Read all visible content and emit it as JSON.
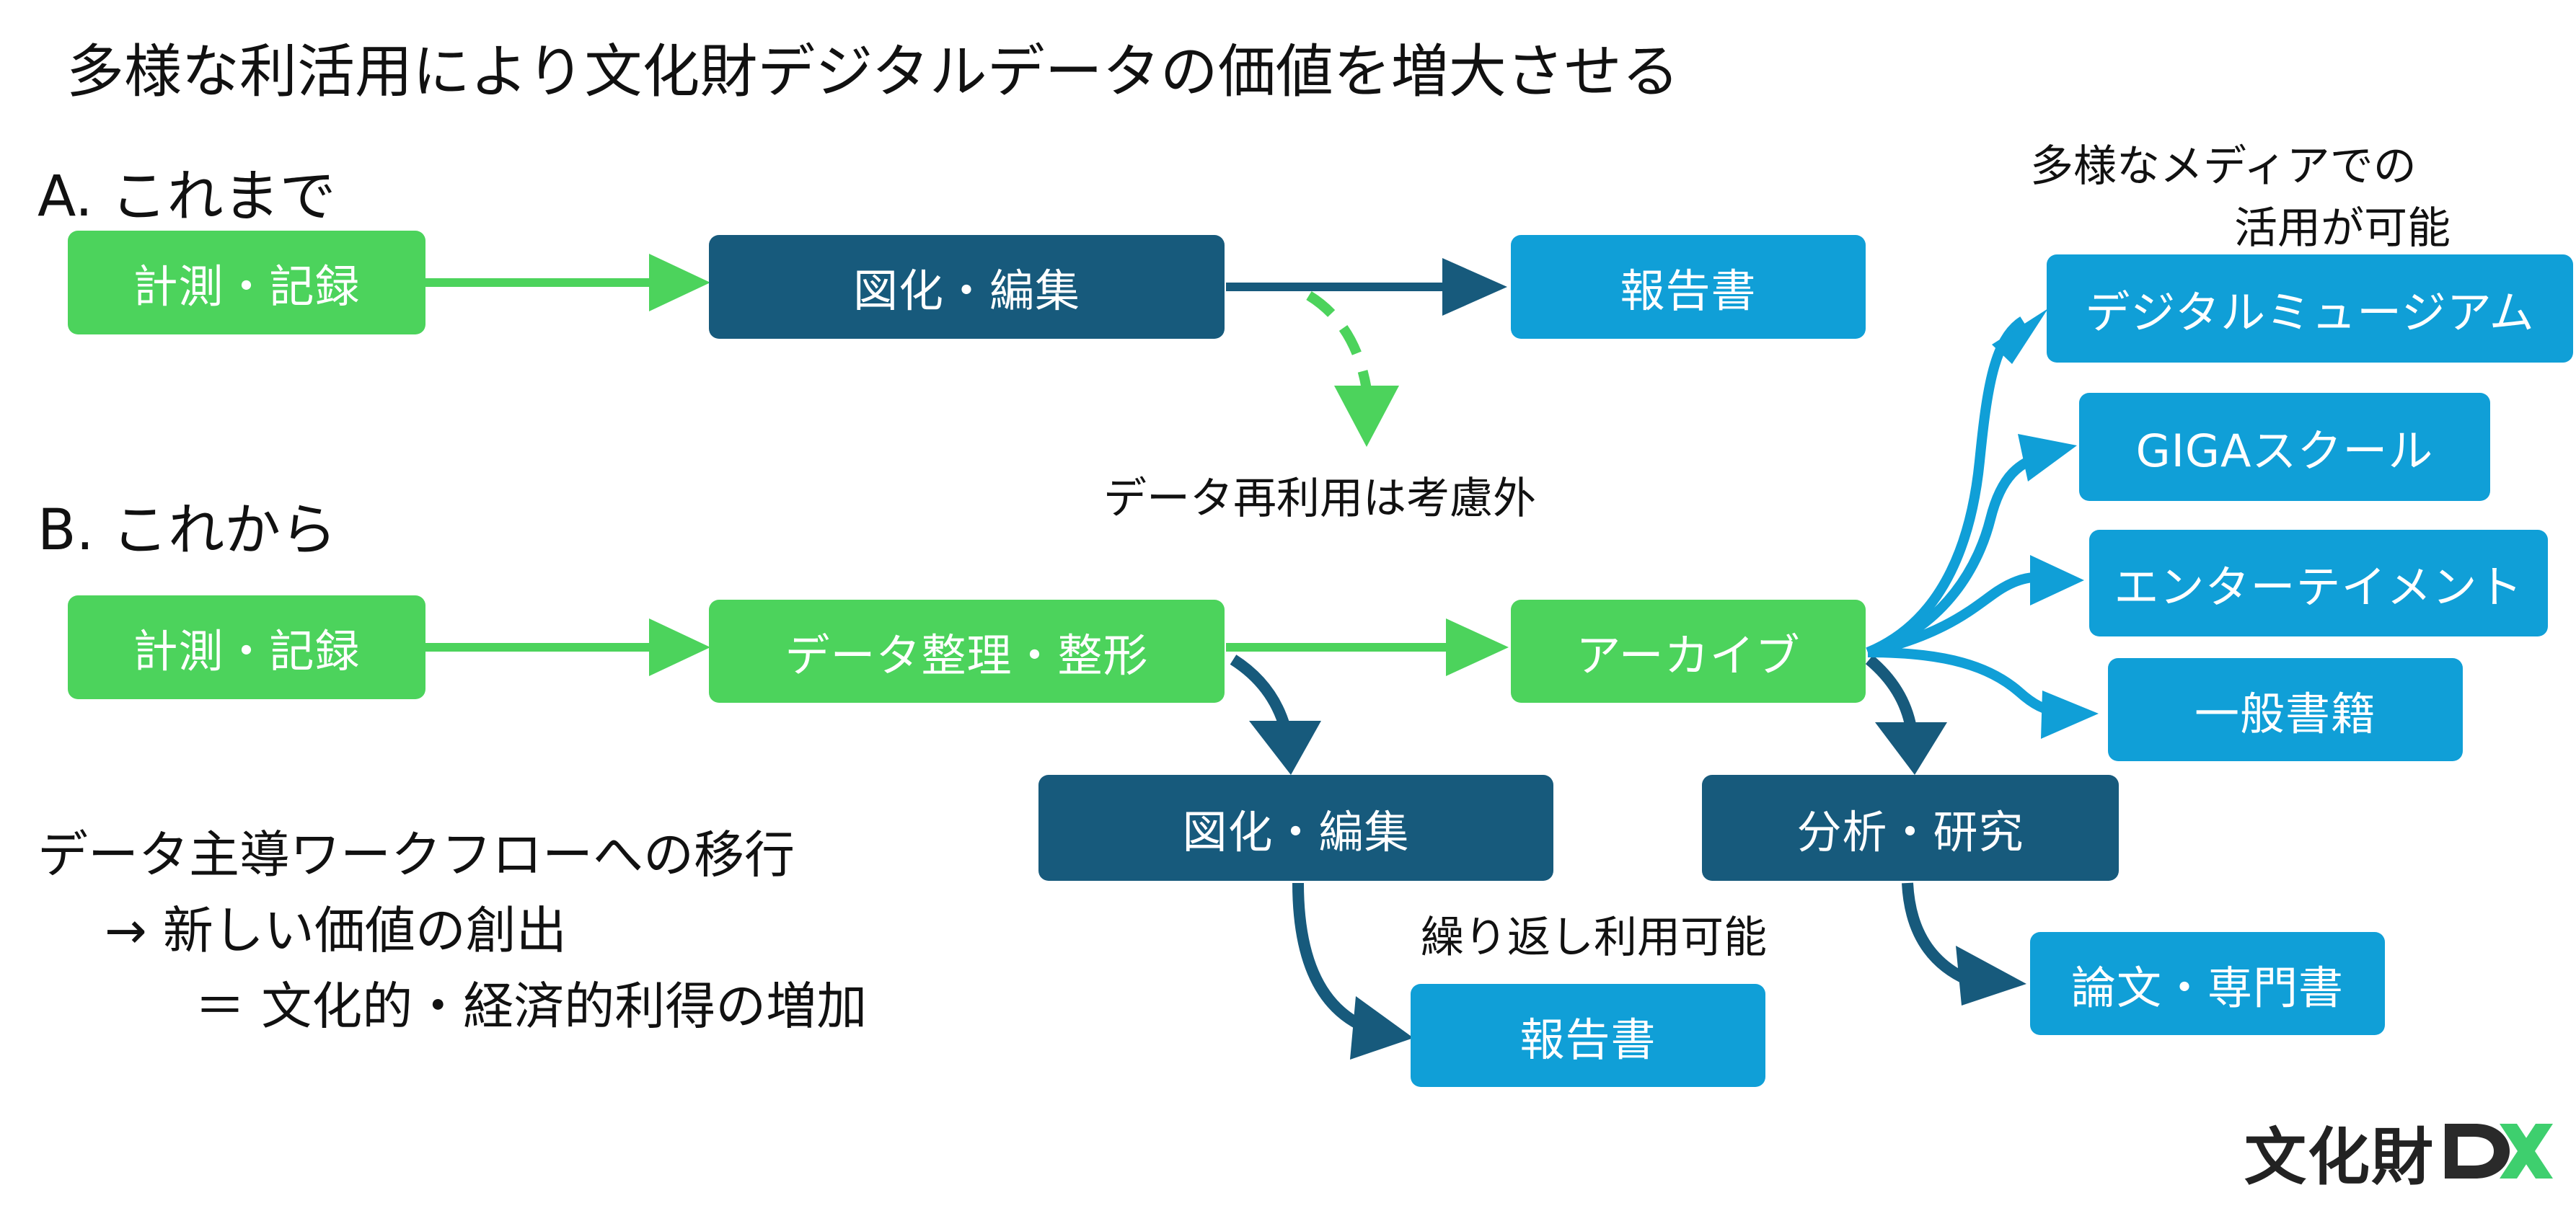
{
  "title": "多様な利活用により文化財デジタルデータの価値を増大させる",
  "colors": {
    "green": "#4cd35c",
    "navy": "#175a7c",
    "blue": "#109fd7",
    "arrow_navy": "#175a7c",
    "arrow_green": "#4cd35c",
    "arrow_blue": "#109fd7"
  },
  "section_a": {
    "heading": "A.  これまで",
    "nodes": {
      "measure": "計測・記録",
      "drawing": "図化・編集",
      "report": "報告書"
    },
    "note": "データ再利用は考慮外"
  },
  "section_b": {
    "heading": "B.  これから",
    "nodes": {
      "measure": "計測・記録",
      "organize": "データ整理・整形",
      "archive": "アーカイブ",
      "drawing": "図化・編集",
      "report": "報告書",
      "analysis": "分析・研究",
      "papers": "論文・専門書"
    },
    "media_note_line1": "多様なメディアでの",
    "media_note_line2": "活用が可能",
    "media": [
      "デジタルミュージアム",
      "GIGAスクール",
      "エンターテイメント",
      "一般書籍"
    ],
    "reuse_note": "繰り返し利用可能"
  },
  "summary": {
    "line1": "データ主導ワークフローへの移行",
    "line2": "→ 新しい価値の創出",
    "line3": "＝ 文化的・経済的利得の増加"
  },
  "logo": {
    "text": "文化財",
    "mark": "DX"
  }
}
